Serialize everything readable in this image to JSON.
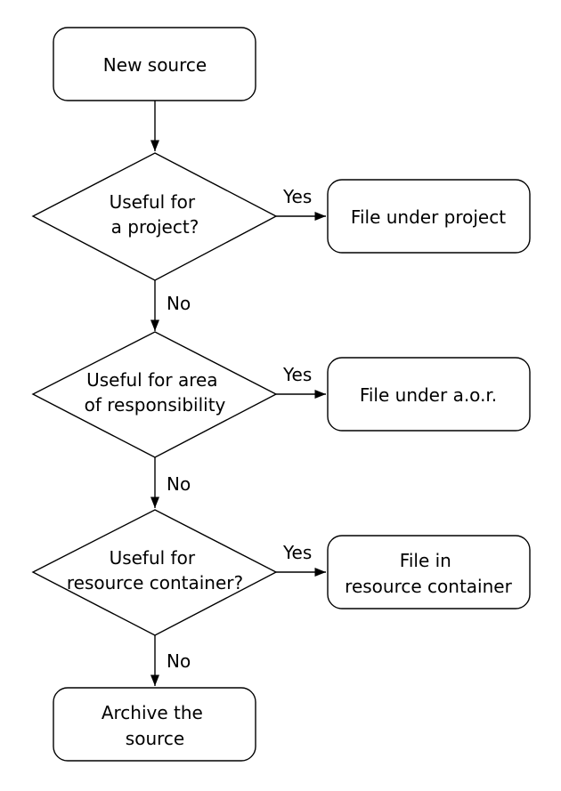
{
  "nodes": {
    "new_source": {
      "lines": [
        "New source"
      ]
    },
    "q_project": {
      "lines": [
        "Useful for",
        "a project?"
      ]
    },
    "file_project": {
      "lines": [
        "File under project"
      ]
    },
    "q_area": {
      "lines": [
        "Useful for area",
        "of responsibility"
      ]
    },
    "file_aor": {
      "lines": [
        "File under a.o.r."
      ]
    },
    "q_resource": {
      "lines": [
        "Useful for",
        "resource container?"
      ]
    },
    "file_resource": {
      "lines": [
        "File in",
        "resource container"
      ]
    },
    "archive": {
      "lines": [
        "Archive the",
        "source"
      ]
    }
  },
  "edges": {
    "yes_project": "Yes",
    "no_project": "No",
    "yes_area": "Yes",
    "no_area": "No",
    "yes_resource": "Yes",
    "no_resource": "No"
  }
}
